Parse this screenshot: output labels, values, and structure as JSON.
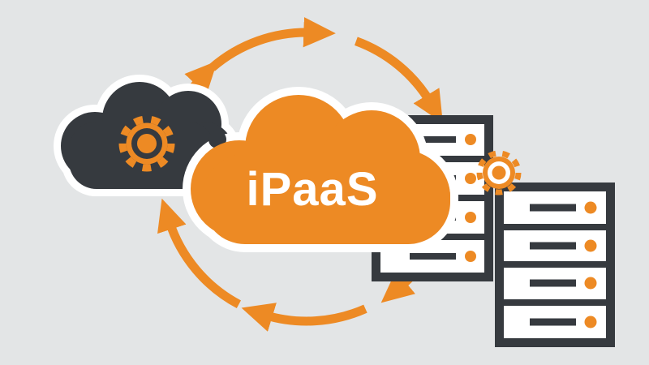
{
  "illustration": {
    "label": "iPaaS",
    "colors": {
      "background": "#E3E5E6",
      "orange": "#ED8A24",
      "dark": "#363A3F",
      "white": "#FFFFFF"
    },
    "components": {
      "sync_cycle": {
        "icon": "circular-arrows-icon",
        "arrowheads": 6,
        "direction": "clockwise"
      },
      "dark_cloud": {
        "icon": "cloud-icon",
        "badge": "gear-icon"
      },
      "ipaas_cloud": {
        "icon": "cloud-icon",
        "label": "iPaaS"
      },
      "integration_gear": {
        "icon": "gear-icon"
      },
      "server_rack_back": {
        "icon": "server-rack-icon",
        "units": 4
      },
      "server_rack_front": {
        "icon": "server-rack-icon",
        "units": 4
      }
    }
  }
}
